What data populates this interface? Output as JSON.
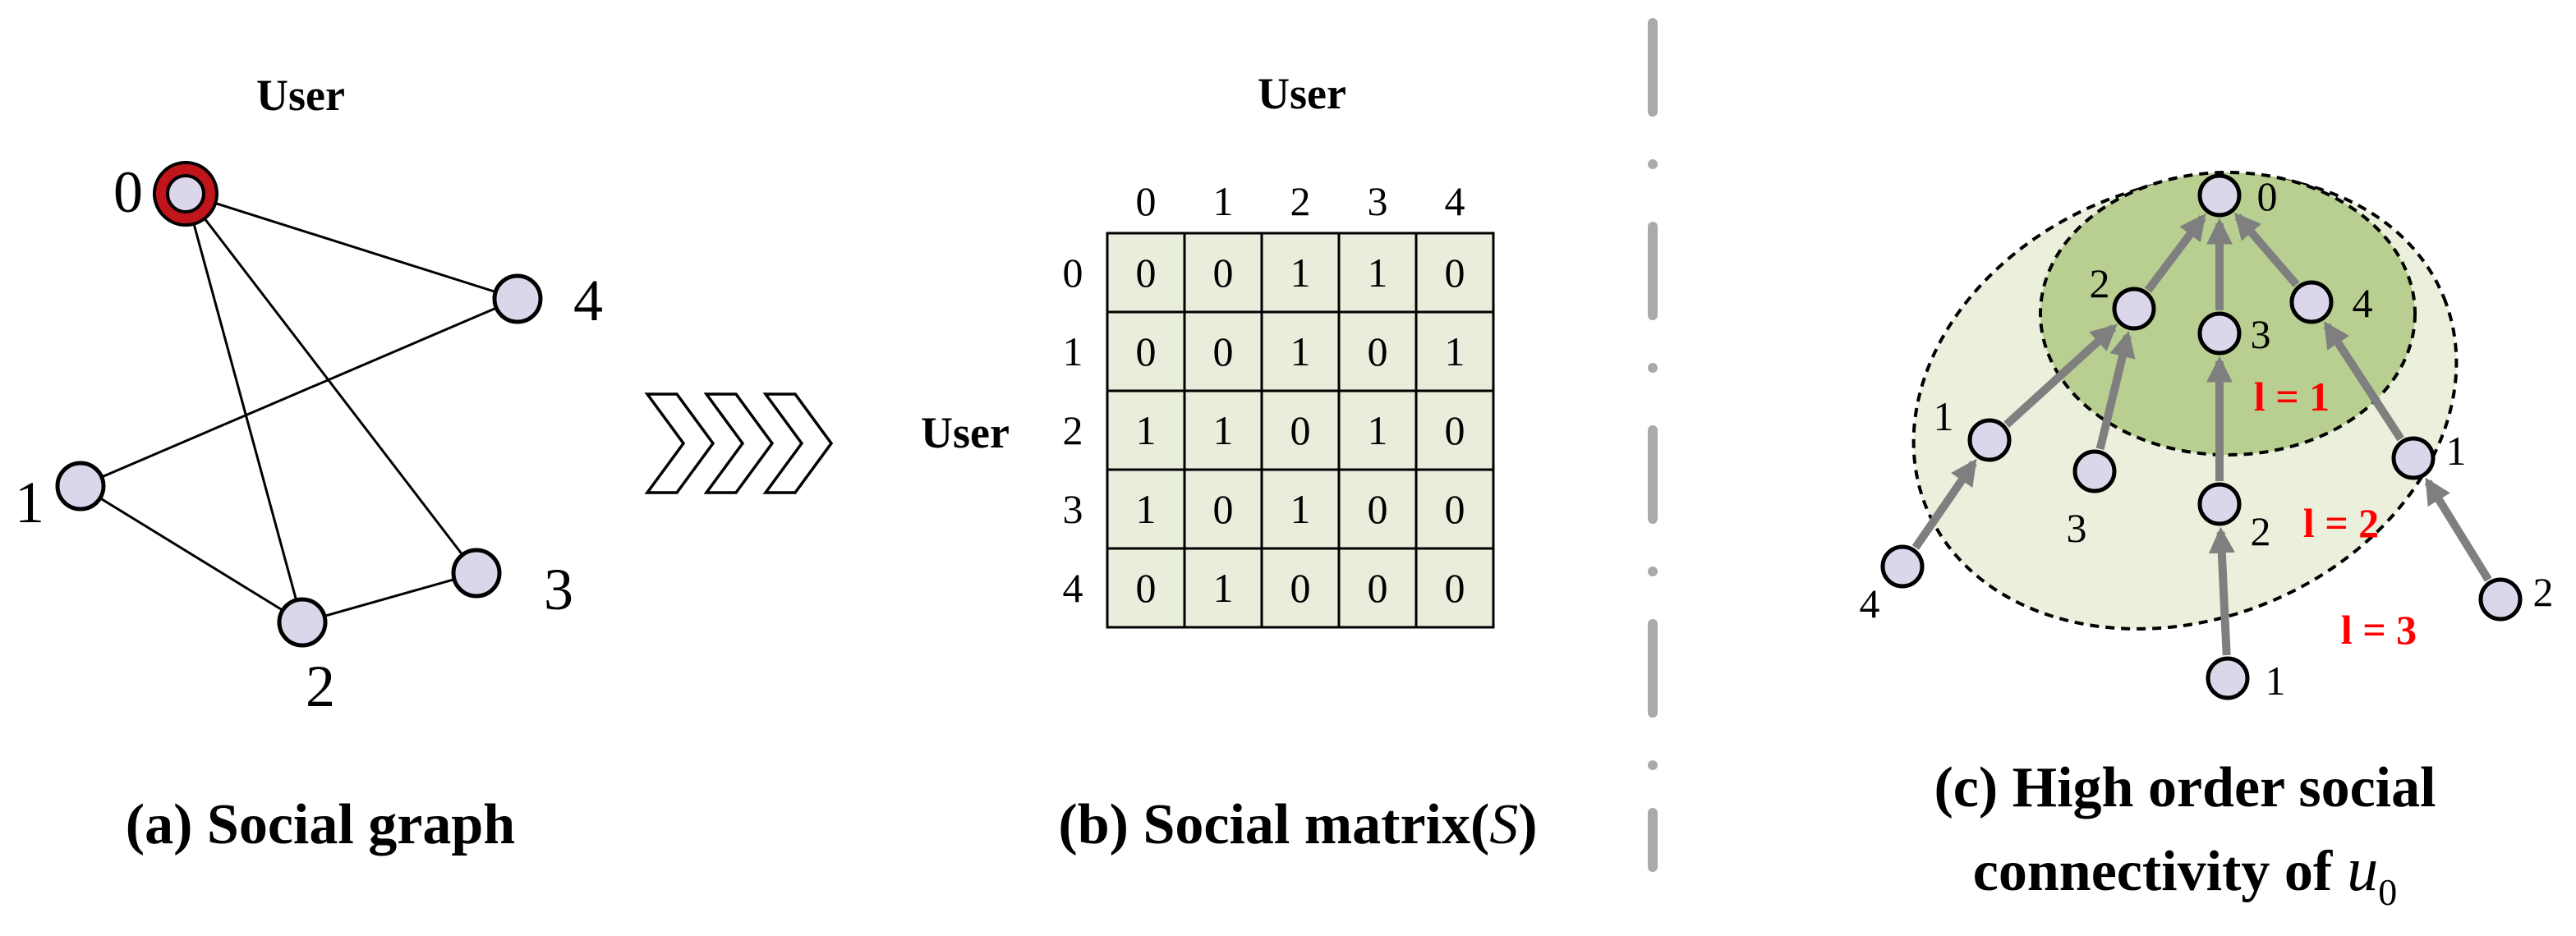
{
  "panel_a": {
    "title_label": "User",
    "caption": "(a) Social graph",
    "nodes": [
      {
        "id": "0",
        "label": "0",
        "highlighted": true
      },
      {
        "id": "1",
        "label": "1"
      },
      {
        "id": "2",
        "label": "2"
      },
      {
        "id": "3",
        "label": "3"
      },
      {
        "id": "4",
        "label": "4"
      }
    ],
    "edges": [
      [
        "0",
        "2"
      ],
      [
        "0",
        "3"
      ],
      [
        "0",
        "4"
      ],
      [
        "1",
        "4"
      ],
      [
        "1",
        "2"
      ],
      [
        "2",
        "3"
      ]
    ]
  },
  "panel_b": {
    "top_label": "User",
    "side_label": "User",
    "caption_prefix": "(b) Social matrix(",
    "caption_symbol": "S",
    "caption_suffix": ")",
    "col_headers": [
      "0",
      "1",
      "2",
      "3",
      "4"
    ],
    "row_headers": [
      "0",
      "1",
      "2",
      "3",
      "4"
    ],
    "matrix": [
      [
        "0",
        "0",
        "1",
        "1",
        "0"
      ],
      [
        "0",
        "0",
        "1",
        "0",
        "1"
      ],
      [
        "1",
        "1",
        "0",
        "1",
        "0"
      ],
      [
        "1",
        "0",
        "1",
        "0",
        "0"
      ],
      [
        "0",
        "1",
        "0",
        "0",
        "0"
      ]
    ]
  },
  "panel_c": {
    "caption_line1": "(c) High order social",
    "caption_line2_text": "connectivity of",
    "caption_symbol": "u",
    "caption_subscript": "0",
    "levels": [
      {
        "label": "l = 1"
      },
      {
        "label": "l = 2"
      },
      {
        "label": "l = 3"
      }
    ],
    "nodes": [
      {
        "key": "root",
        "label": "0"
      },
      {
        "key": "l1_a",
        "label": "2"
      },
      {
        "key": "l1_b",
        "label": "3"
      },
      {
        "key": "l1_c",
        "label": "4"
      },
      {
        "key": "l2_a",
        "label": "1"
      },
      {
        "key": "l2_b",
        "label": "3"
      },
      {
        "key": "l2_c",
        "label": "2"
      },
      {
        "key": "l2_d",
        "label": "1"
      },
      {
        "key": "l3_a",
        "label": "4"
      },
      {
        "key": "l3_b",
        "label": "1"
      },
      {
        "key": "l3_c",
        "label": "2"
      }
    ]
  },
  "colors": {
    "node_fill": "#dcd6ea",
    "node_stroke": "#000000",
    "highlight_ring": "#c0151b",
    "cell_fill": "#e8eedb",
    "outer_ellipse_fill": "#eaf0dc",
    "inner_ellipse_fill": "#b9cf92",
    "arrow": "#7f7f7f",
    "divider": "#aaaaaa",
    "level_label": "#ff0000"
  }
}
